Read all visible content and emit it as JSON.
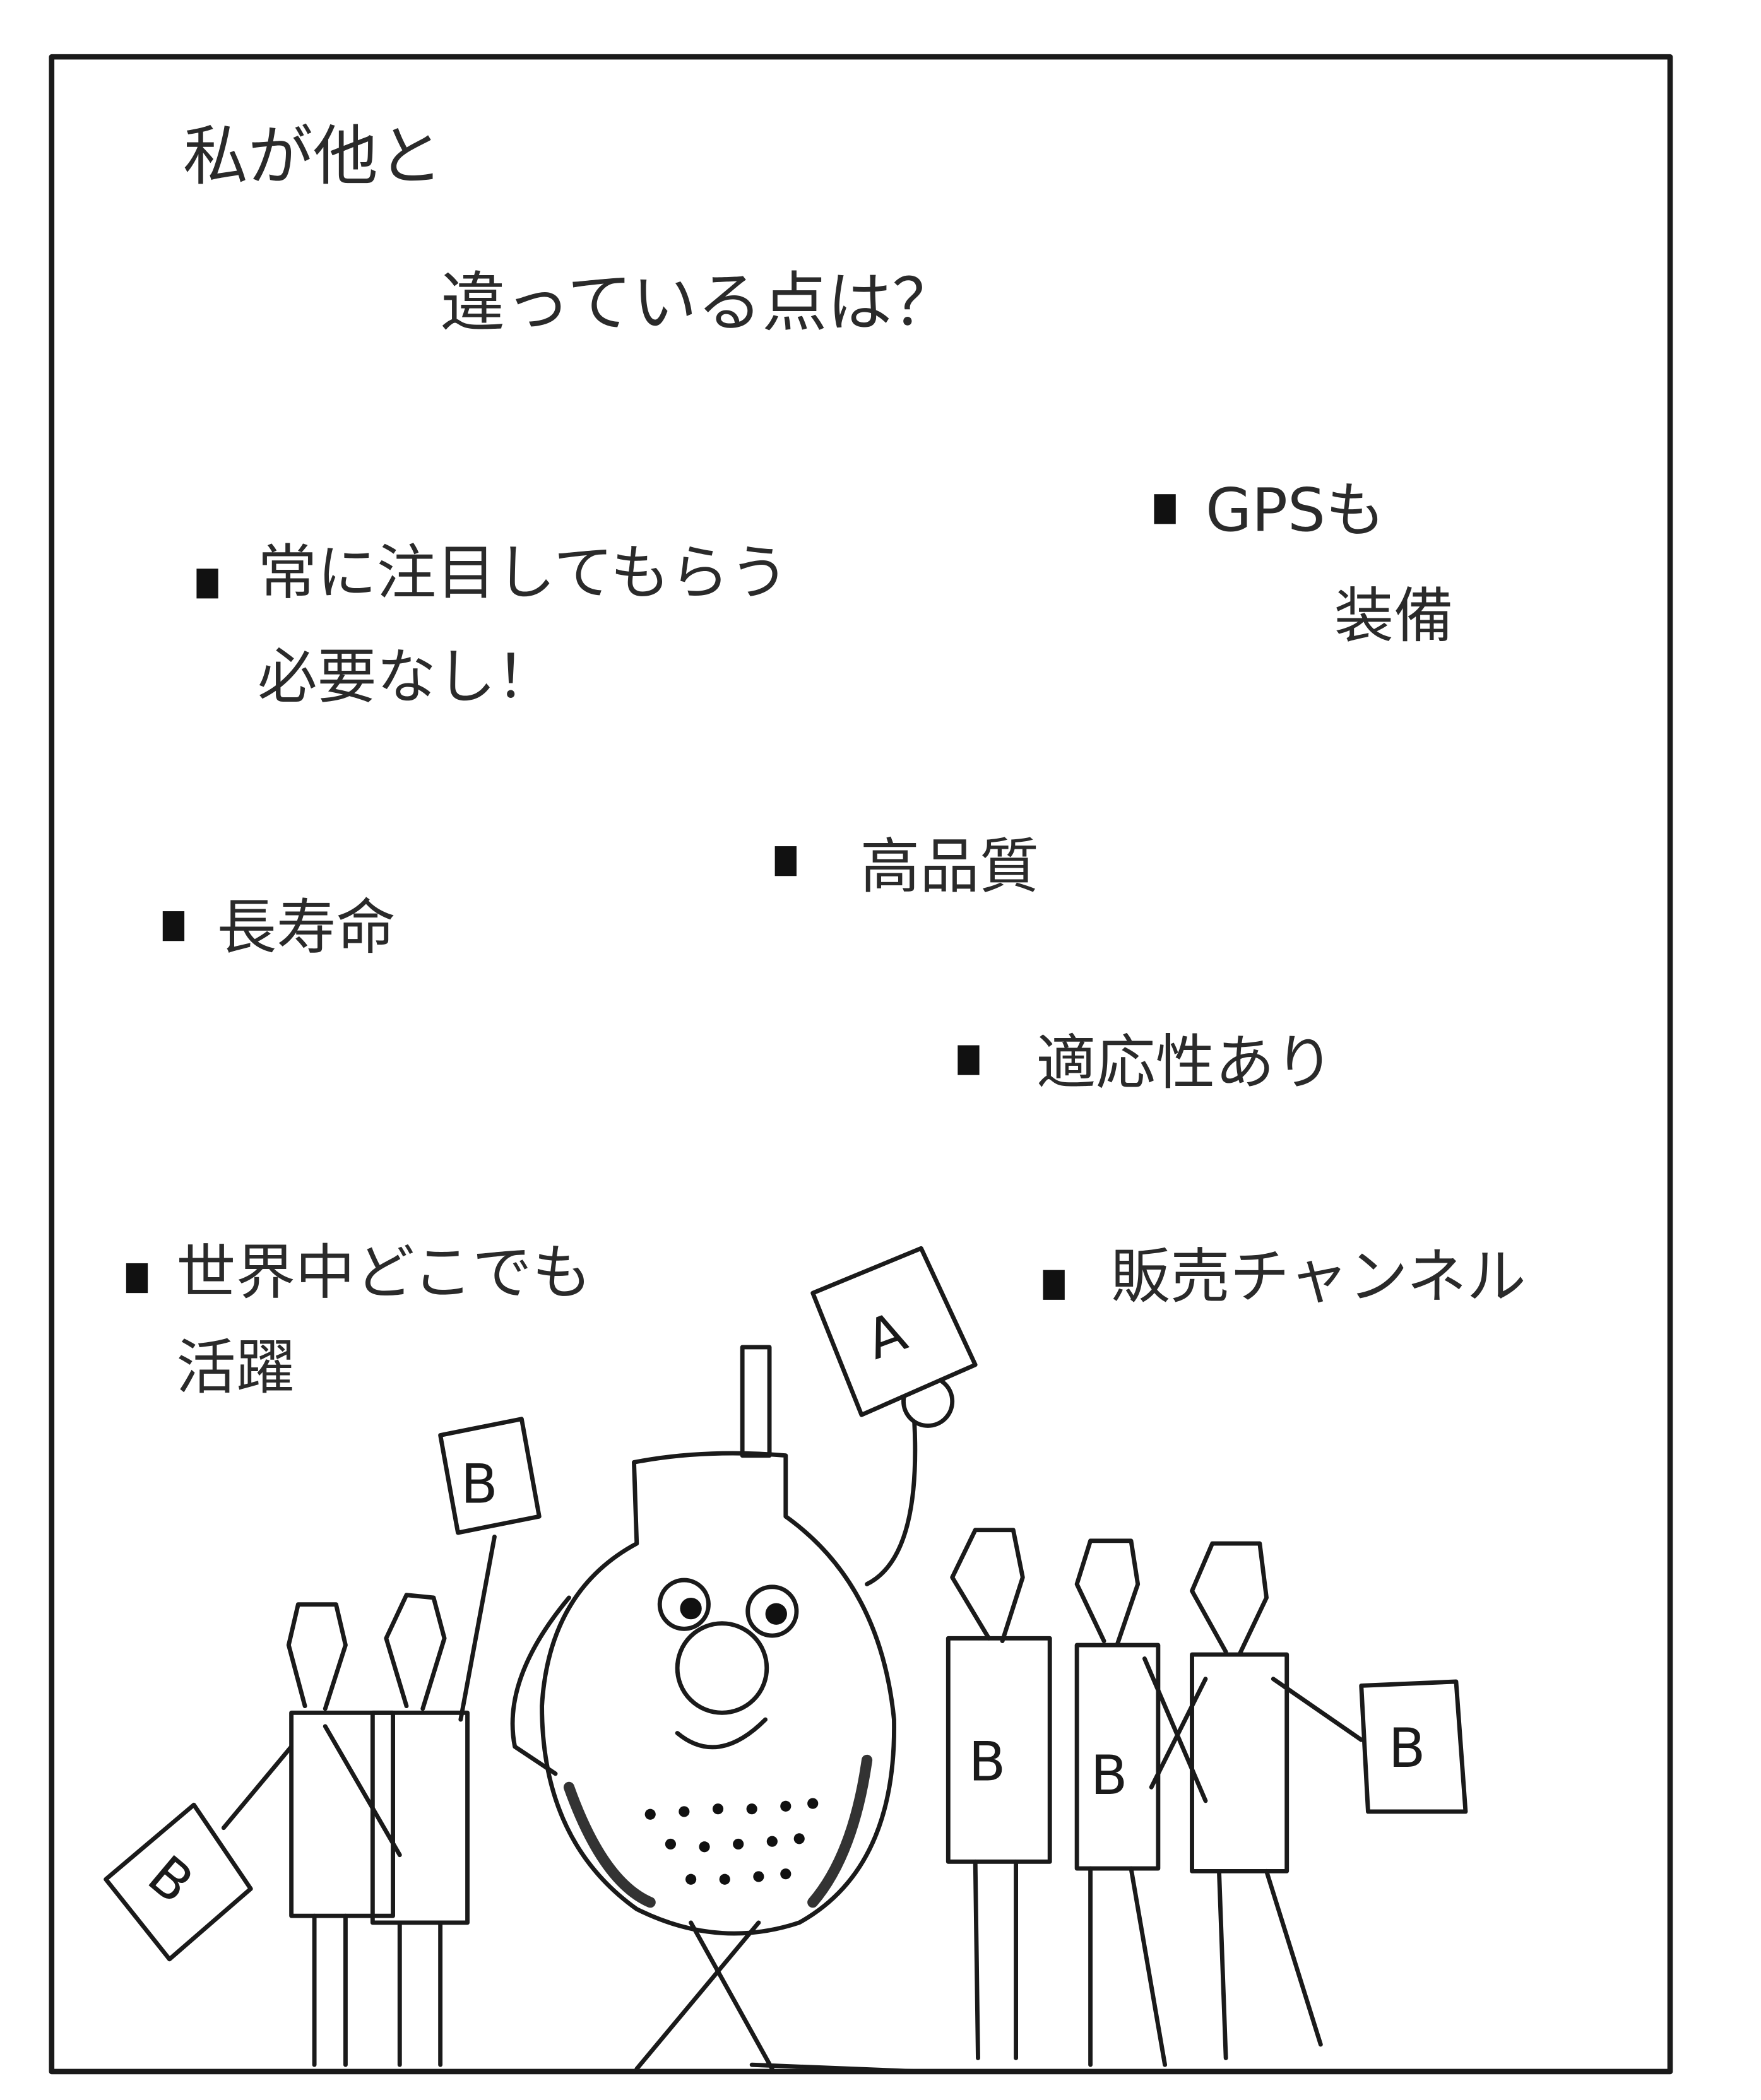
{
  "title": {
    "line1": "私が他と",
    "line2": "違っている点は？"
  },
  "points": [
    {
      "line1": "常に注目してもらう",
      "line2": "必要なし！"
    },
    {
      "line1": "GPSも",
      "line2": "装備"
    },
    {
      "line1": "長寿命"
    },
    {
      "line1": "高品質"
    },
    {
      "line1": "適応性あり"
    },
    {
      "line1": "世界中どこでも",
      "line2": "活躍"
    },
    {
      "line1": "販売チャンネル"
    }
  ],
  "cards": {
    "robot": "A",
    "others": "B"
  }
}
